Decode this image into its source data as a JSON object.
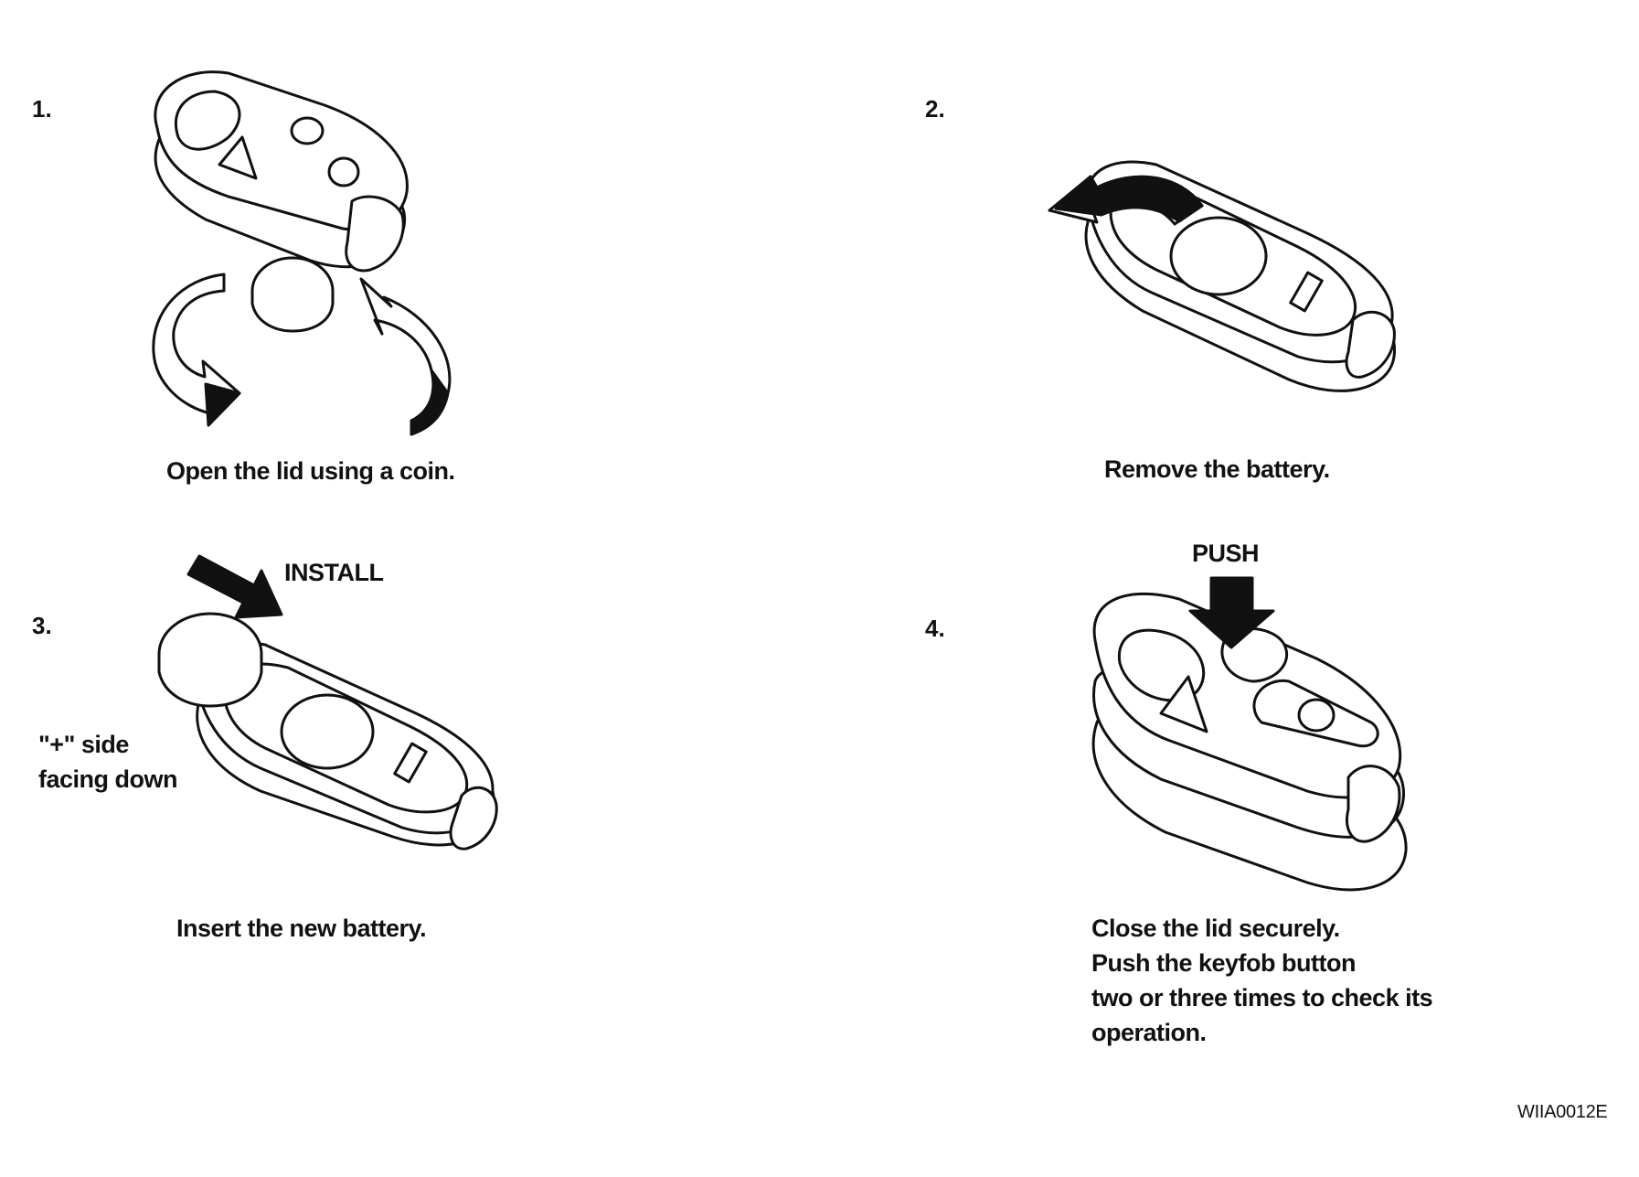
{
  "steps": [
    {
      "number": "1.",
      "caption": "Open the lid using a coin."
    },
    {
      "number": "2.",
      "caption": "Remove the battery."
    },
    {
      "number": "3.",
      "caption": "Insert the new battery."
    },
    {
      "number": "4.",
      "caption_lines": [
        "Close the lid securely.",
        "Push the keyfob button",
        "two or three times to check its",
        "operation."
      ]
    }
  ],
  "labels": {
    "install": "INSTALL",
    "side_line1": "\"+\" side",
    "side_line2": "facing down",
    "push": "PUSH"
  },
  "figure_code": "WIIA0012E",
  "colors": {
    "ink": "#111111",
    "background": "#ffffff"
  }
}
